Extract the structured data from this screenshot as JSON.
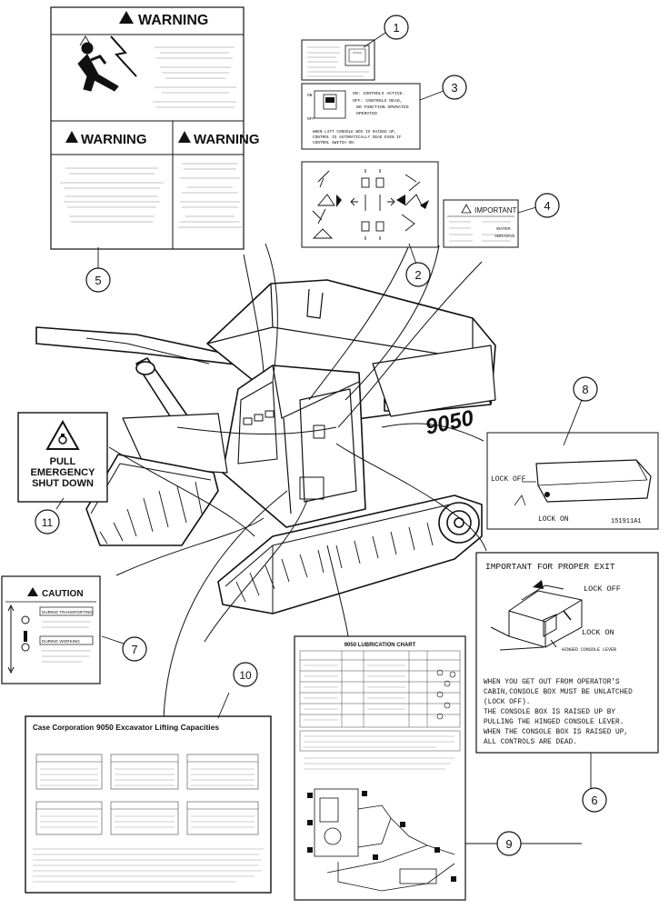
{
  "callouts": [
    "1",
    "2",
    "3",
    "4",
    "5",
    "6",
    "7",
    "8",
    "9",
    "10",
    "11"
  ],
  "machine_model": "9050",
  "decal5": {
    "warning": "WARNING"
  },
  "decal3": {
    "lines": [
      "ON: CONTROLS ACTIVE.",
      "OFF: CONTROLS DEAD,",
      "NO FUNCTION OPERATED",
      "OPERATED"
    ],
    "bottom": [
      "WHEN LIFT CONSOLE BOX IS RAISED UP,",
      "CONTROL IS AUTOMATICALLY DEAD EVEN IF",
      "CONTROL SWITCH ON."
    ]
  },
  "decal4": {
    "title": "IMPORTANT",
    "lines": [
      "WATER",
      "ABRASIVE"
    ]
  },
  "decal11": {
    "line1": "PULL",
    "line2": "EMERGENCY",
    "line3": "SHUT DOWN"
  },
  "decal8": {
    "lock_off": "LOCK OFF",
    "lock_on": "LOCK ON",
    "part_no": "151911A1"
  },
  "decal6": {
    "title": "IMPORTANT FOR PROPER EXIT",
    "lock_off": "LOCK OFF",
    "lock_on": "LOCK ON",
    "lever": "HINGED CONSOLE LEVER",
    "body": [
      "WHEN YOU GET OUT FROM OPERATOR'S",
      "CABIN,CONSOLE BOX MUST BE UNLATCHED",
      "(LOCK OFF).",
      "THE CONSOLE BOX IS RAISED UP BY",
      "PULLING THE HINGED CONSOLE LEVER.",
      "WHEN THE CONSOLE BOX IS RAISED UP,",
      "ALL CONTROLS ARE DEAD."
    ]
  },
  "decal7": {
    "title": "CAUTION",
    "box1": "DURING TRANSPORTING",
    "box2": "DURING WORKING"
  },
  "decal9": {
    "title": "9050 LUBRICATION CHART"
  },
  "decal10": {
    "company": "Case Corporation",
    "title": "9050 Excavator Lifting Capacities"
  }
}
